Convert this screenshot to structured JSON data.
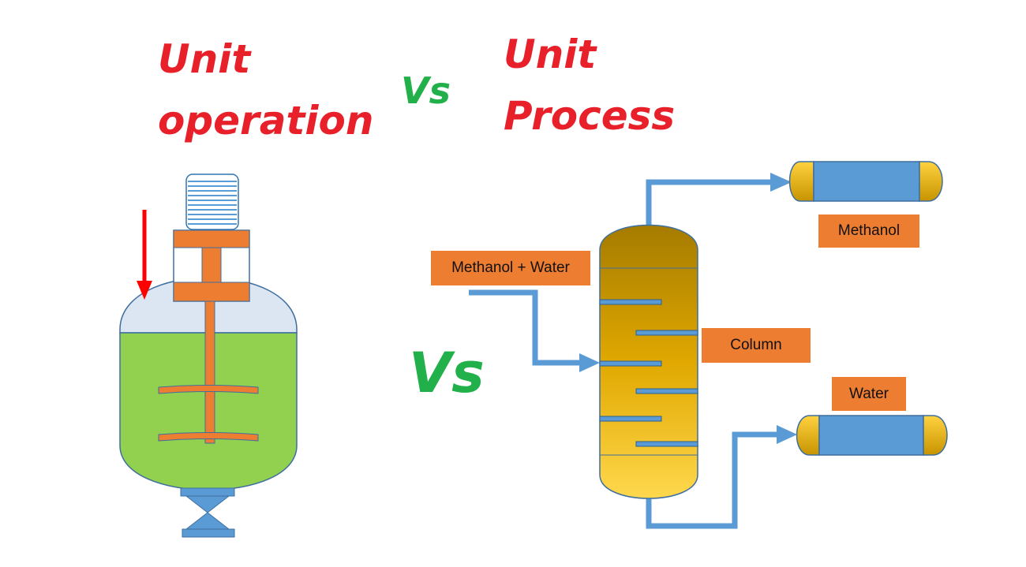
{
  "titles": {
    "left_line1": "Unit",
    "left_line2": "operation",
    "vs_top": "Vs",
    "right_line1": "Unit",
    "right_line2": "Process",
    "vs_middle": "Vs"
  },
  "labels": {
    "feed": "Methanol + Water",
    "column": "Column",
    "top_product": "Methanol",
    "bottom_product": "Water"
  },
  "colors": {
    "title_red": "#e8202a",
    "vs_green": "#22b04b",
    "label_orange": "#ed7d31",
    "pipe_blue": "#5b9bd5",
    "liquid_green": "#92d050",
    "column_gold": "#ffc000"
  }
}
